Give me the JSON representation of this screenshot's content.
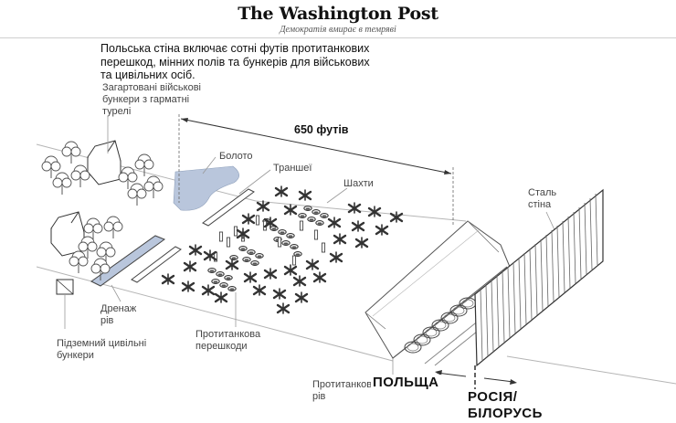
{
  "masthead": {
    "logo": "The Washington Post",
    "tagline": "Демократія вмирає в темряві"
  },
  "headline": "Польська стіна включає сотні футів протитанкових перешкод, мінних полів та бункерів для військових та цивільних осіб.",
  "distance_label": "650 футів",
  "labels": {
    "bunkers": "Загартовані військові бункери з гарматні турелі",
    "swamp": "Болото",
    "trenches": "Траншеї",
    "shafts": "Шахти",
    "steel_wall": "Сталь стіна",
    "drainage": "Дренаж рів",
    "underground": "Підземний цивільні бункери",
    "obstacles": "Протитанкова перешкоди",
    "antitank_ditch": "Протитанкова рів"
  },
  "countries": {
    "poland": "ПОЛЬЩА",
    "russia_belarus": "РОСІЯ/ БІЛОРУСЬ"
  },
  "colors": {
    "swamp": "#b9c6dc",
    "line": "#444444",
    "light_line": "#b5b5b5"
  },
  "icons": {
    "house": "house-icon",
    "tree": "tree-icon",
    "hedgehog": "czech-hedgehog-icon",
    "post": "steel-post-icon",
    "shaft": "shaft-hole-icon",
    "razor_wire": "razor-wire-icon"
  }
}
